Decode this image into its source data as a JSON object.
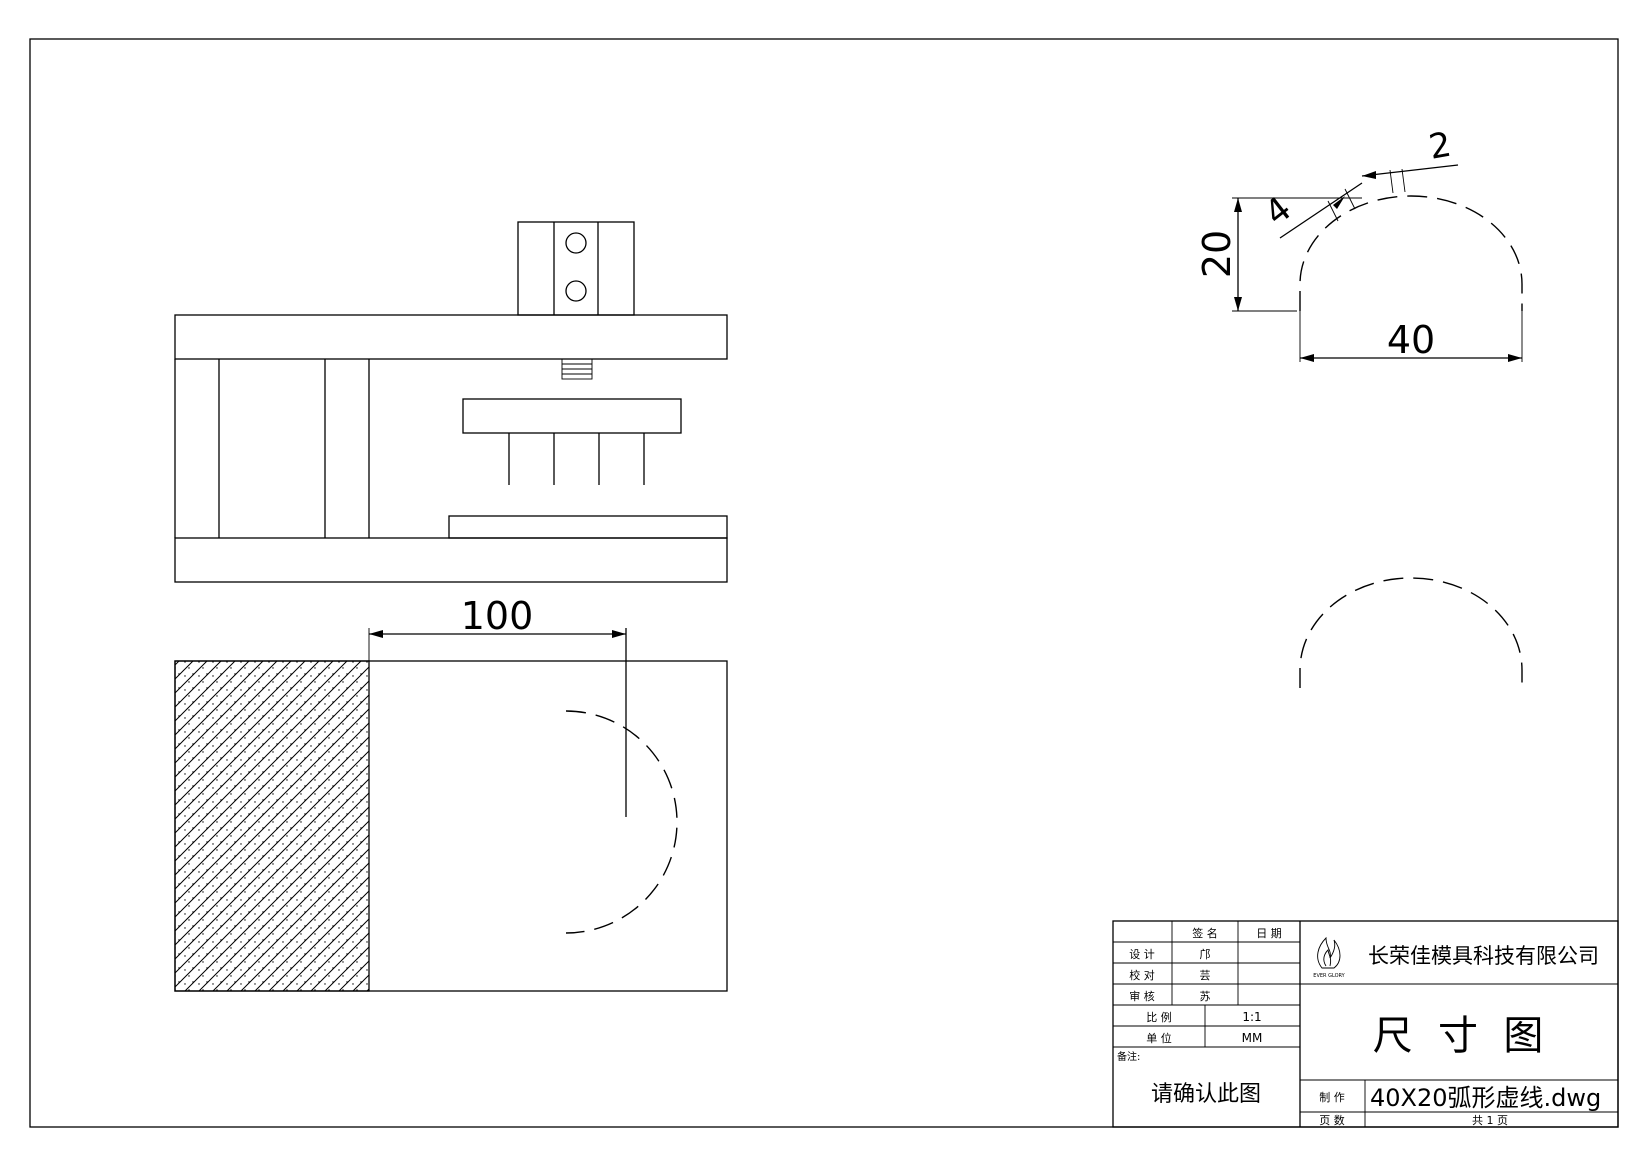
{
  "dimensions": {
    "length_100": "100",
    "width_40": "40",
    "height_20": "20",
    "dash_4": "4",
    "gap_2": "2"
  },
  "title_block": {
    "col_sign": "签 名",
    "col_date": "日 期",
    "row_design_label": "设 计",
    "row_design_sign": "邝",
    "row_check_label": "校 对",
    "row_check_sign": "芸",
    "row_review_label": "审 核",
    "row_review_sign": "苏",
    "scale_label": "比 例",
    "scale_value": "1:1",
    "unit_label": "单 位",
    "unit_value": "MM",
    "remark_label": "备注:",
    "confirm_text": "请确认此图",
    "logo_caption": "EVER GLORY",
    "company_name": "长荣佳模具科技有限公司",
    "drawing_title": "尺  寸  图",
    "file_label": "制 作",
    "file_name": "40X20弧形虚线.dwg",
    "page_label": "页 数",
    "page_value": "共 1 页"
  }
}
